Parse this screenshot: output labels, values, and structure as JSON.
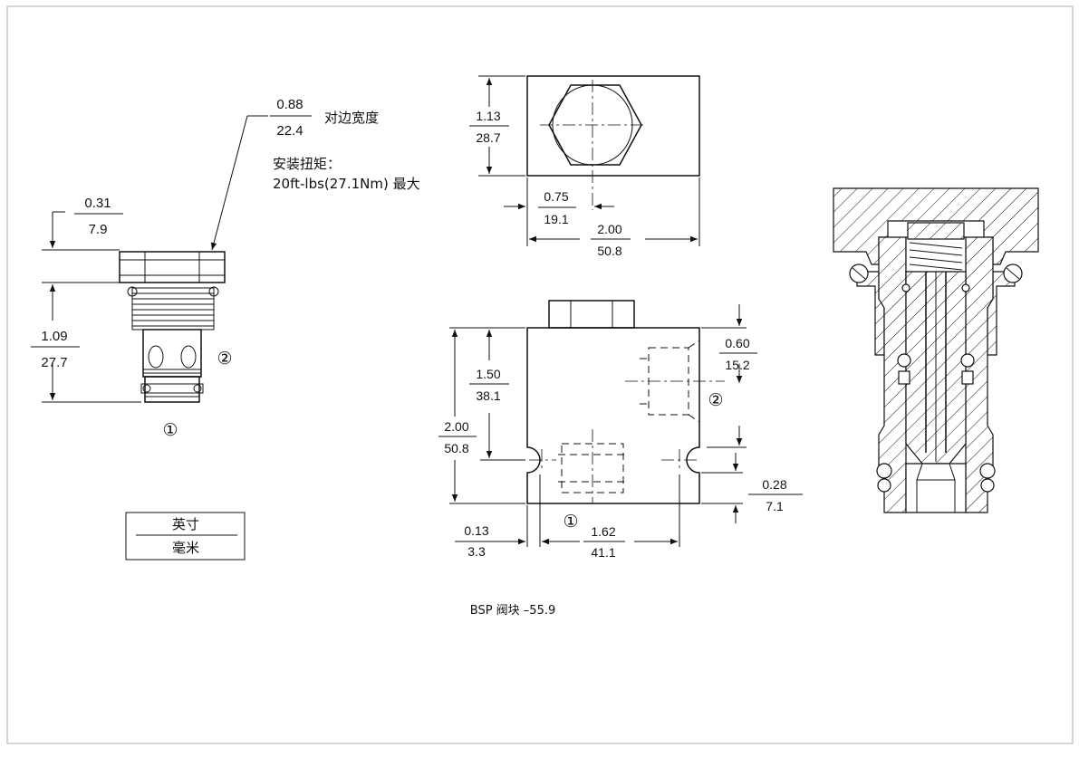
{
  "hex_flat_width": {
    "inch": "0.88",
    "mm": "22.4",
    "label": "对边宽度"
  },
  "torque": {
    "label": "安装扭矩：",
    "value": "20ft-lbs(27.1Nm) 最大"
  },
  "hex_height": {
    "inch": "0.31",
    "mm": "7.9"
  },
  "cartridge_length": {
    "inch": "1.09",
    "mm": "27.7"
  },
  "port_1": "①",
  "port_2": "②",
  "units_legend": {
    "imperial": "英寸",
    "metric": "毫米"
  },
  "top_view": {
    "height": {
      "inch": "1.13",
      "mm": "28.7"
    },
    "center_offset": {
      "inch": "0.75",
      "mm": "19.1"
    },
    "width": {
      "inch": "2.00",
      "mm": "50.8"
    }
  },
  "front_view": {
    "cavity_depth": {
      "inch": "1.50",
      "mm": "38.1"
    },
    "block_height": {
      "inch": "2.00",
      "mm": "50.8"
    },
    "port2_offset": {
      "inch": "0.60",
      "mm": "15.2"
    },
    "mount_hole_offset": {
      "inch": "0.28",
      "mm": "7.1"
    },
    "edge_offset": {
      "inch": "0.13",
      "mm": "3.3"
    },
    "hole_spacing": {
      "inch": "1.62",
      "mm": "41.1"
    }
  },
  "caption": "BSP 阀块 –55.9"
}
